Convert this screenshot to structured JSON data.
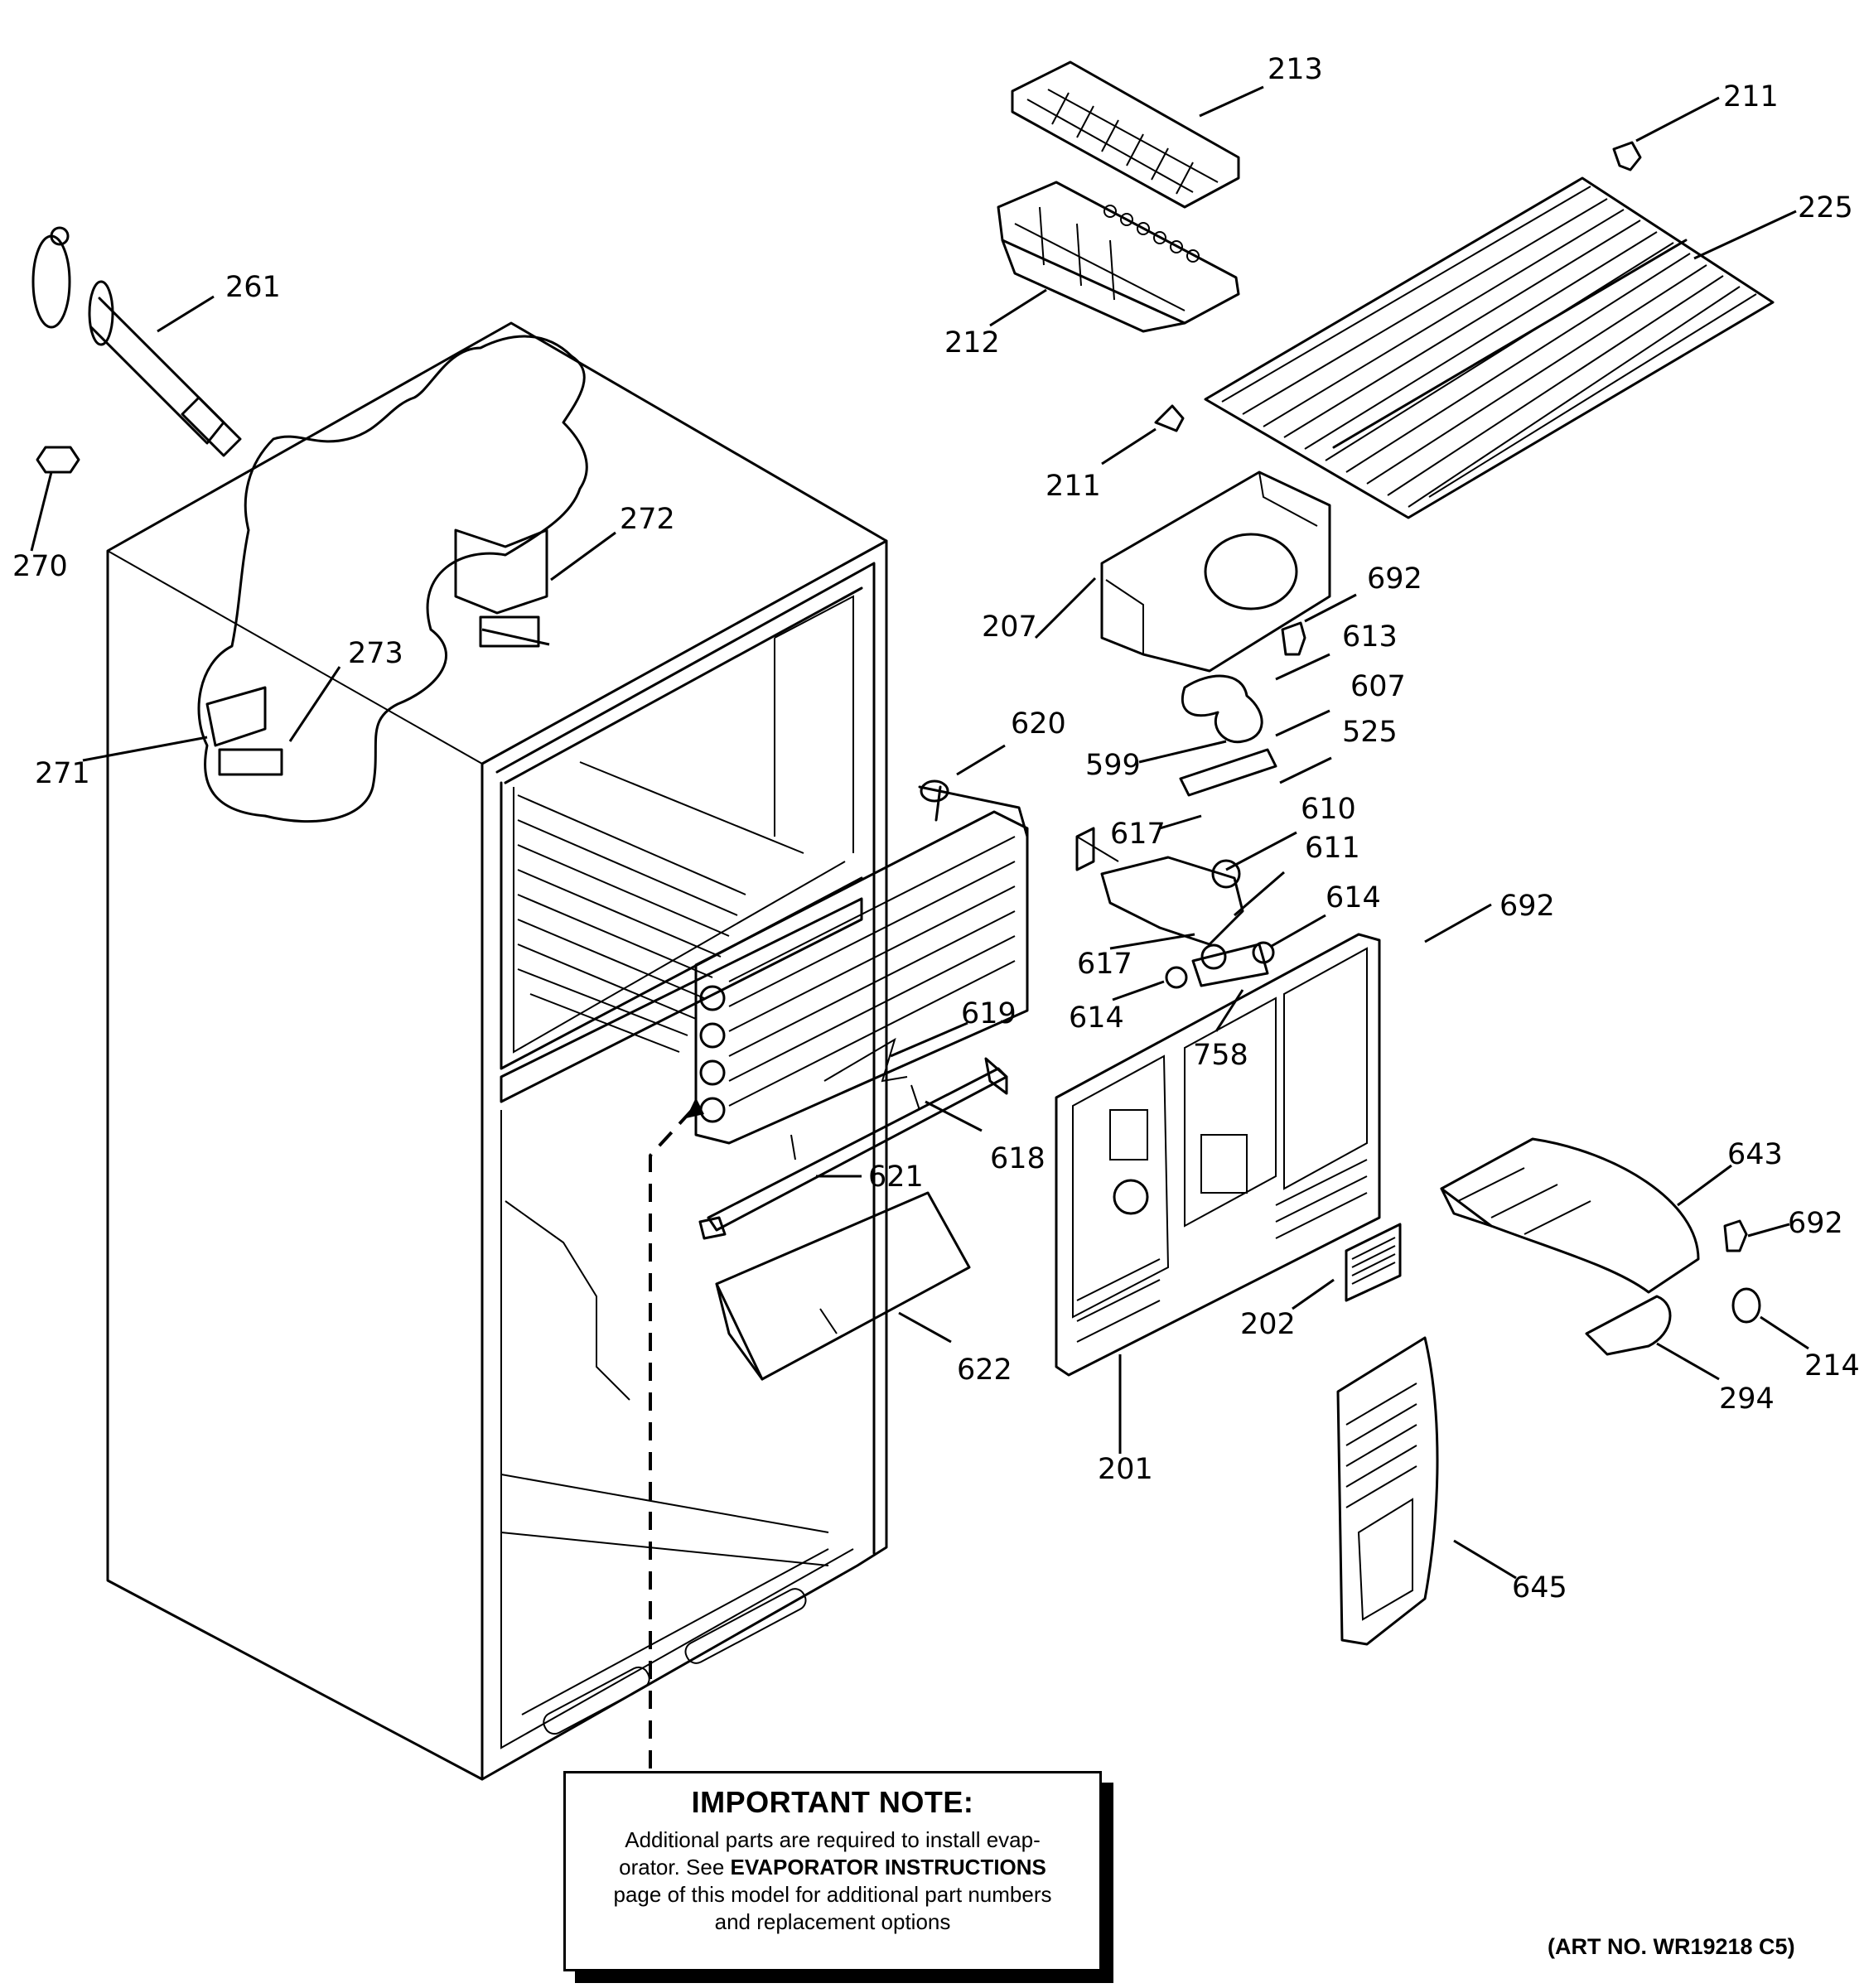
{
  "callouts": [
    "213",
    "211",
    "225",
    "212",
    "211",
    "261",
    "270",
    "272",
    "273",
    "271",
    "207",
    "692",
    "613",
    "607",
    "599",
    "525",
    "620",
    "617",
    "610",
    "611",
    "614",
    "617",
    "614",
    "758",
    "692",
    "619",
    "618",
    "621",
    "622",
    "201",
    "202",
    "643",
    "692",
    "214",
    "294",
    "645"
  ],
  "note": {
    "title": "IMPORTANT NOTE:",
    "line1": "Additional parts are required to install evap-",
    "line2_pre": "orator.  See ",
    "line2_bold": "EVAPORATOR INSTRUCTIONS",
    "line3": "page of this model for additional part numbers",
    "line4": "and replacement options"
  },
  "art_number": "(ART NO. WR19218 C5)"
}
